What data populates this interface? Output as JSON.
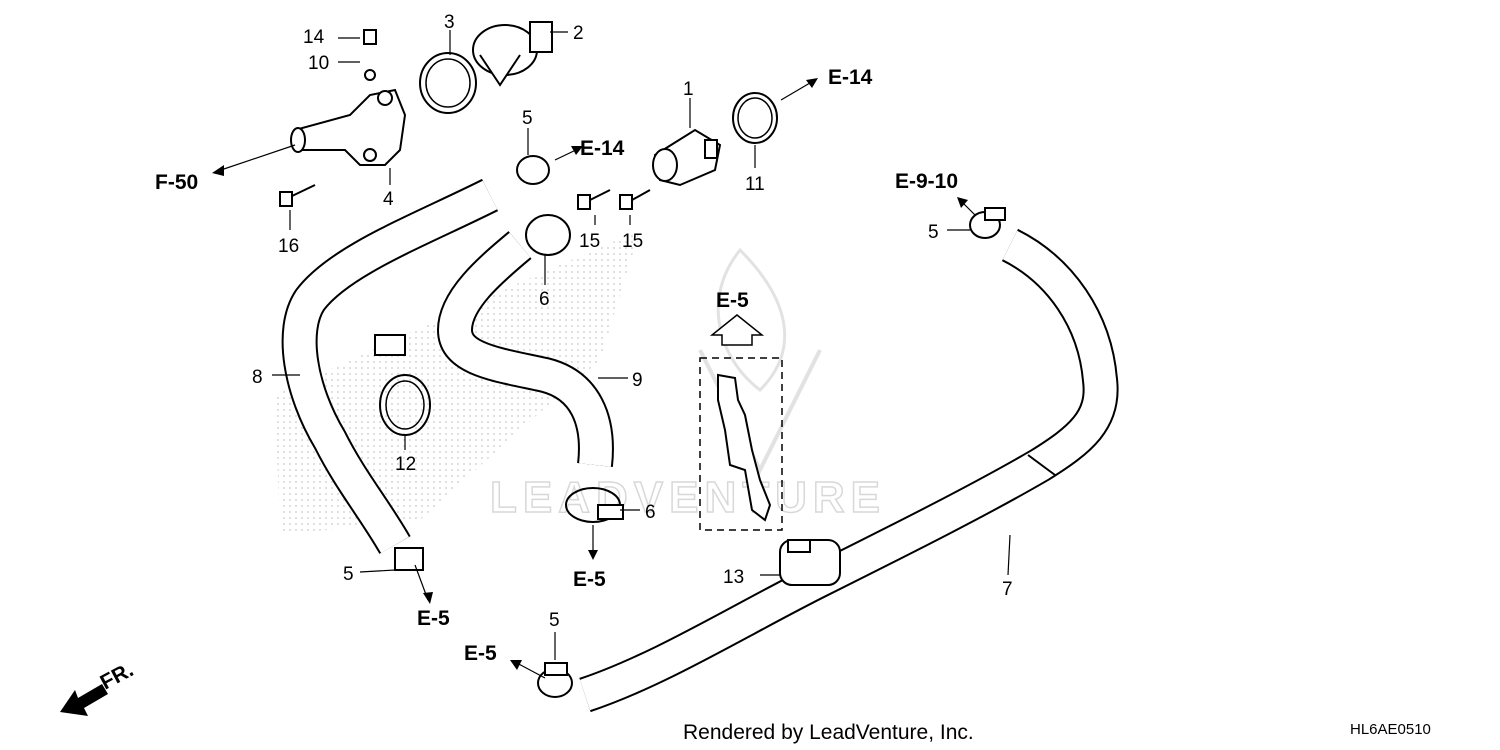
{
  "diagram": {
    "watermark": "LEADVENTURE",
    "footer_text": "Rendered by LeadVenture, Inc.",
    "diagram_code": "HL6AE0510",
    "front_indicator": "FR.",
    "callouts": {
      "p1": "1",
      "p2": "2",
      "p3": "3",
      "p4": "4",
      "p5a": "5",
      "p5b": "5",
      "p5c": "5",
      "p5d": "5",
      "p6a": "6",
      "p6b": "6",
      "p7": "7",
      "p8": "8",
      "p9": "9",
      "p10": "10",
      "p11": "11",
      "p12": "12",
      "p13": "13",
      "p14": "14",
      "p15a": "15",
      "p15b": "15",
      "p16": "16"
    },
    "references": {
      "e14_top": "E-14",
      "e14_mid": "E-14",
      "f50": "F-50",
      "e910": "E-9-10",
      "e5_bracket": "E-5",
      "e5_bottom_center": "E-5",
      "e5_left": "E-5",
      "e5_bottom": "E-5"
    }
  }
}
